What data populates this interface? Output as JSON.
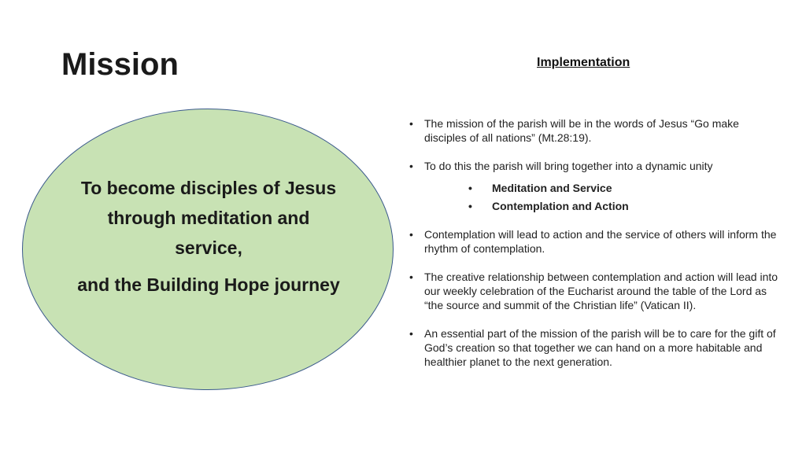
{
  "title": "Mission",
  "implementation_heading": "Implementation",
  "mission_statement": {
    "line1": "To become disciples of Jesus through meditation and service,",
    "line2": "and the Building Hope journey"
  },
  "bullet_glyph": "•",
  "bullets": [
    "The mission of the parish will be in the words of Jesus “Go make disciples of all nations” (Mt.28:19).",
    "To do this the parish will bring together into a dynamic unity",
    "Contemplation will lead to action and the service of others will inform the rhythm of contemplation.",
    "The creative relationship between contemplation and action will lead into our weekly celebration of the Eucharist around the table of the Lord as “the source and summit of the Christian life” (Vatican II).",
    "An essential part of the mission of the parish will be to care for the gift of God’s creation so that together we can hand on a more habitable and healthier planet to the next generation."
  ],
  "sub_bullets": [
    "Meditation and Service",
    "Contemplation and Action"
  ],
  "colors": {
    "ellipse_fill": "#c8e2b4",
    "ellipse_border": "#3b5a8c"
  }
}
